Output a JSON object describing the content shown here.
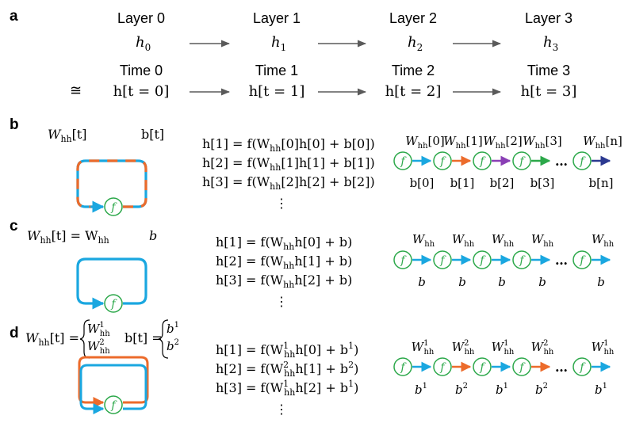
{
  "colors": {
    "blue": "#1aa7e0",
    "orange": "#ec6b2b",
    "green": "#2ca84a",
    "purple": "#8a3fb5",
    "navy": "#2b3990",
    "gray_arrow": "#5a5a5a",
    "text": "#000000"
  },
  "panel_a": {
    "label": "a",
    "equiv_symbol": "≅",
    "layer_titles": [
      "Layer 0",
      "Layer 1",
      "Layer 2",
      "Layer 3"
    ],
    "h_vars": [
      {
        "base": "h",
        "sub": "0"
      },
      {
        "base": "h",
        "sub": "1"
      },
      {
        "base": "h",
        "sub": "2"
      },
      {
        "base": "h",
        "sub": "3"
      }
    ],
    "time_titles": [
      "Time 0",
      "Time 1",
      "Time 2",
      "Time 3"
    ],
    "time_h": [
      "h[t = 0]",
      "h[t = 1]",
      "h[t = 2]",
      "h[t = 3]"
    ]
  },
  "panel_b": {
    "label": "b",
    "weight_label": {
      "base": "W",
      "sub": "hh",
      "rest": "[t]"
    },
    "bias_label": "b[t]",
    "node_label": "f",
    "equations": [
      {
        "head": "h[1] = f(W",
        "sub": "hh",
        "mid": "[0]h[0] + b[0])"
      },
      {
        "head": "h[2] = f(W",
        "sub": "hh",
        "mid": "[1]h[1] + b[1])"
      },
      {
        "head": "h[3] = f(W",
        "sub": "hh",
        "mid": "[2]h[2] + b[2])"
      }
    ],
    "vdots": "⋮",
    "chain_weights": [
      {
        "base": "W",
        "sub": "hh",
        "rest": "[0]"
      },
      {
        "base": "W",
        "sub": "hh",
        "rest": "[1]"
      },
      {
        "base": "W",
        "sub": "hh",
        "rest": "[2]"
      },
      {
        "base": "W",
        "sub": "hh",
        "rest": "[3]"
      },
      {
        "base": "W",
        "sub": "hh",
        "rest": "[n]"
      }
    ],
    "chain_biases": [
      "b[0]",
      "b[1]",
      "b[2]",
      "b[3]",
      "b[n]"
    ],
    "ellipsis": "…"
  },
  "panel_c": {
    "label": "c",
    "weight_eq": {
      "base": "W",
      "sub": "hh",
      "mid": "[t] = W",
      "sub2": "hh"
    },
    "bias_label": "b",
    "node_label": "f",
    "equations": [
      {
        "head": "h[1] = f(W",
        "sub": "hh",
        "mid": "h[0] + b)"
      },
      {
        "head": "h[2] = f(W",
        "sub": "hh",
        "mid": "h[1] + b)"
      },
      {
        "head": "h[3] = f(W",
        "sub": "hh",
        "mid": "h[2] + b)"
      }
    ],
    "vdots": "⋮",
    "chain_weights": [
      {
        "base": "W",
        "sub": "hh"
      },
      {
        "base": "W",
        "sub": "hh"
      },
      {
        "base": "W",
        "sub": "hh"
      },
      {
        "base": "W",
        "sub": "hh"
      },
      {
        "base": "W",
        "sub": "hh"
      }
    ],
    "chain_biases": [
      "b",
      "b",
      "b",
      "b",
      "b"
    ],
    "ellipsis": "…"
  },
  "panel_d": {
    "label": "d",
    "weight_piecewise": {
      "head_base": "W",
      "head_sub": "hh",
      "head_rest": "[t] =",
      "cases": [
        {
          "base": "W",
          "sub": "hh",
          "sup": "1"
        },
        {
          "base": "W",
          "sub": "hh",
          "sup": "2"
        }
      ]
    },
    "bias_piecewise": {
      "head": "b[t] =",
      "cases": [
        {
          "base": "b",
          "sup": "1"
        },
        {
          "base": "b",
          "sup": "2"
        }
      ]
    },
    "node_label": "f",
    "equations": [
      {
        "head": "h[1] = f(W",
        "sub": "hh",
        "sup": "1",
        "mid": "h[0] + b",
        "bsup": "1",
        "tail": ")"
      },
      {
        "head": "h[2] = f(W",
        "sub": "hh",
        "sup": "2",
        "mid": "h[1] + b",
        "bsup": "2",
        "tail": ")"
      },
      {
        "head": "h[3] = f(W",
        "sub": "hh",
        "sup": "1",
        "mid": "h[2] + b",
        "bsup": "1",
        "tail": ")"
      }
    ],
    "vdots": "⋮",
    "chain_weights": [
      {
        "base": "W",
        "sub": "hh",
        "sup": "1"
      },
      {
        "base": "W",
        "sub": "hh",
        "sup": "2"
      },
      {
        "base": "W",
        "sub": "hh",
        "sup": "1"
      },
      {
        "base": "W",
        "sub": "hh",
        "sup": "2"
      },
      {
        "base": "W",
        "sub": "hh",
        "sup": "1"
      }
    ],
    "chain_biases": [
      {
        "base": "b",
        "sup": "1"
      },
      {
        "base": "b",
        "sup": "2"
      },
      {
        "base": "b",
        "sup": "1"
      },
      {
        "base": "b",
        "sup": "2"
      },
      {
        "base": "b",
        "sup": "1"
      }
    ],
    "ellipsis": "…"
  }
}
